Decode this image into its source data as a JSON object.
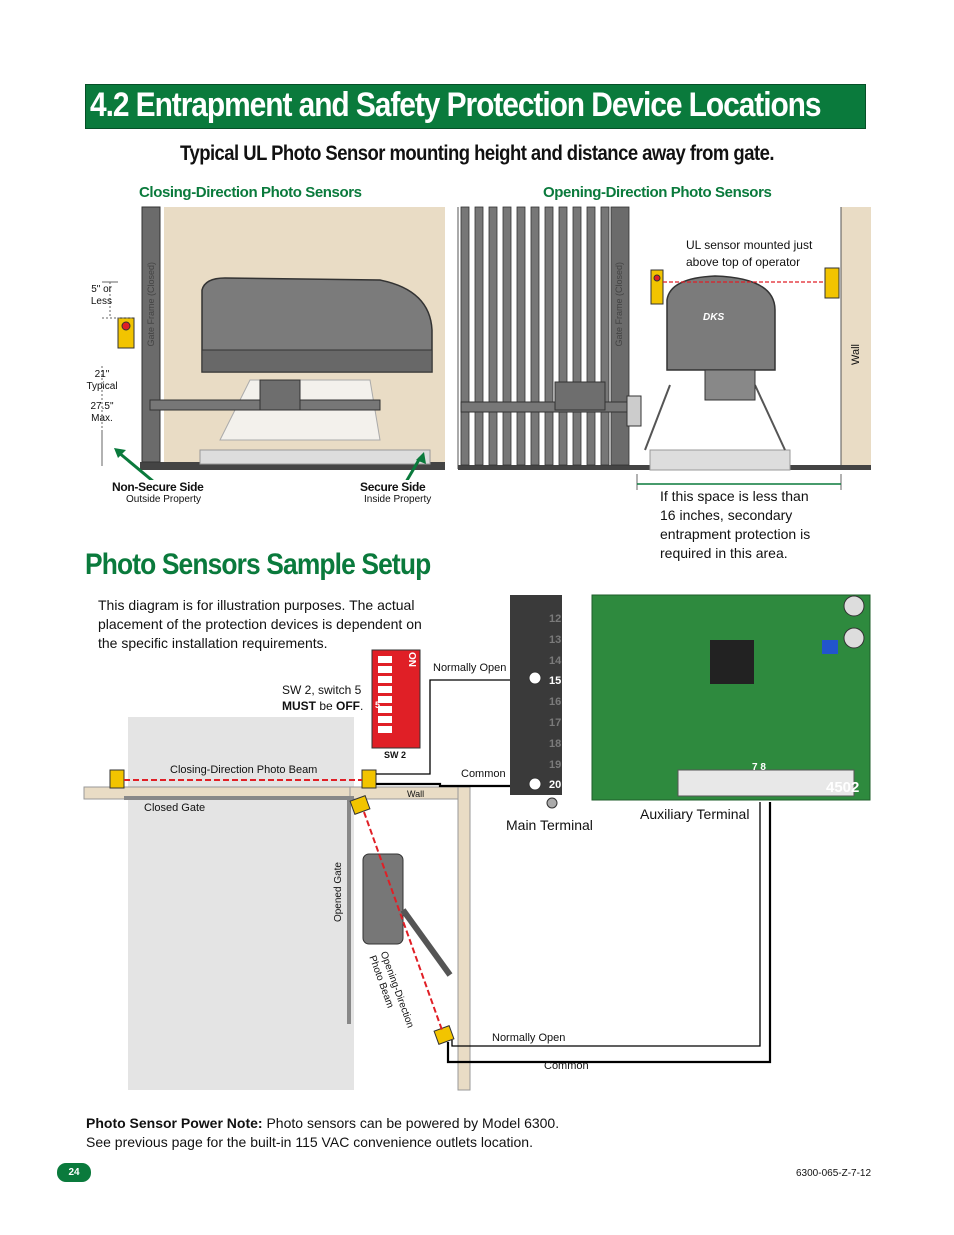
{
  "header": {
    "title": "4.2 Entrapment and Safety Protection Device Locations",
    "subtitle": "Typical UL Photo Sensor mounting height and distance away from gate."
  },
  "closing_panel": {
    "heading": "Closing-Direction Photo Sensors",
    "gate_frame": "Gate Frame (Closed)",
    "dim_5_or_less": [
      "5\" or",
      "Less"
    ],
    "dim_21_typical": [
      "21\"",
      "Typical"
    ],
    "dim_27_max": [
      "27.5\"",
      "Max."
    ],
    "non_secure_title": "Non-Secure Side",
    "non_secure_sub": "Outside Property",
    "secure_title": "Secure Side",
    "secure_sub": "Inside Property"
  },
  "opening_panel": {
    "heading": "Opening-Direction Photo Sensors",
    "gate_frame": "Gate Frame (Closed)",
    "ul_note": [
      "UL sensor mounted just",
      "above top of operator"
    ],
    "wall": "Wall",
    "operator_logo": "DKS",
    "space_note": [
      "If this space is less than",
      "16 inches, secondary",
      "entrapment protection is",
      "required in this area."
    ]
  },
  "setup": {
    "heading": "Photo Sensors Sample Setup",
    "intro": [
      "This diagram is for illustration purposes. The actual",
      "placement of the protection devices is dependent on",
      "the specific installation requirements."
    ],
    "sw_note_1": "SW 2, switch 5",
    "sw_note_must": "MUST",
    "sw_note_be": " be ",
    "sw_note_off": "OFF",
    "sw_note_end": ".",
    "sw2_label": "SW 2",
    "sw_on": "ON",
    "sw_5": "5",
    "normally_open_top": "Normally Open",
    "common_top": "Common",
    "closing_beam": "Closing-Direction Photo Beam",
    "closed_gate": "Closed Gate",
    "wall": "Wall",
    "opened_gate": "Opened Gate",
    "opening_beam": [
      "Opening-Direction",
      "Photo Beam"
    ],
    "normally_open_bottom": "Normally Open",
    "common_bottom": "Common",
    "main_terminal": "Main Terminal",
    "aux_terminal": "Auxiliary Terminal",
    "board_model": "4502",
    "terminal_numbers": [
      "12",
      "13",
      "14",
      "15",
      "16",
      "17",
      "18",
      "19",
      "20"
    ],
    "aux_numbers": "7 8"
  },
  "power_note": {
    "label": "Photo Sensor Power Note:",
    "text": " Photo sensors can be powered by Model 6300.",
    "line2": "See previous page for the built-in 115 VAC convenience outlets location."
  },
  "footer": {
    "page": "24",
    "doc_id": "6300-065-Z-7-12"
  },
  "colors": {
    "green": "#0a7a3c",
    "beige": "#e9dcc5",
    "board": "#2e8a3e",
    "sensor": "#f2c400",
    "beam": "#e01f26"
  }
}
